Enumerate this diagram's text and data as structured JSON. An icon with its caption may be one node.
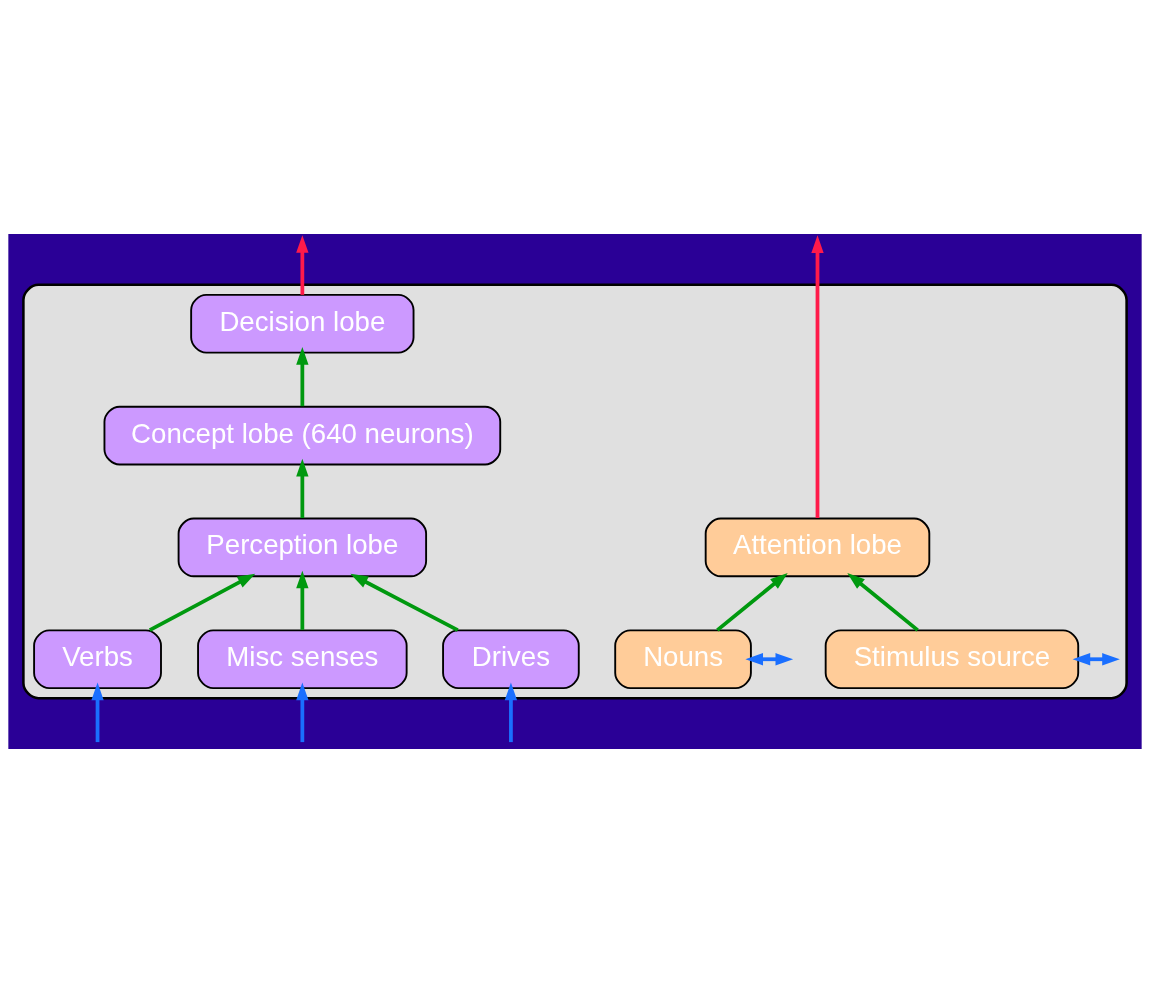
{
  "diagram": {
    "nodes": [
      {
        "text": [],
        "shape": "box"
      },
      {
        "text": [
          "Decision lobe"
        ],
        "in": 0
      },
      {
        "text": [
          "Attention lobe"
        ],
        "in": 0
      },
      {
        "text": [
          "Concept lobe (640 neurons)"
        ],
        "in": 0
      },
      {
        "text": [
          "Stimulus source"
        ],
        "in": 0
      },
      {
        "text": [
          "Nouns"
        ],
        "in": 0
      },
      {
        "text": [
          "Perception lobe"
        ],
        "in": 0
      },
      {
        "text": [
          "Verbs"
        ],
        "in": 0
      },
      {
        "text": [
          "Misc senses"
        ],
        "in": 0
      },
      {
        "text": [
          "Drives"
        ],
        "in": 0
      }
    ],
    "edges": [
      {
        "from": 1,
        "to": null,
        "arrow": "to",
        "color": "#ff1a4a"
      },
      {
        "from": 2,
        "to": null,
        "arrow": "to",
        "color": "#ff1a4a"
      },
      {
        "from": 3,
        "to": 1,
        "arrow": "to"
      },
      {
        "from": 4,
        "to": 2,
        "arrow": "to"
      },
      {
        "from": 5,
        "to": 2,
        "arrow": "to"
      },
      {
        "from": 6,
        "to": 3,
        "arrow": "to"
      },
      {
        "from": 4,
        "to": null,
        "arrow": "both",
        "color": "#1a6fff"
      },
      {
        "from": 5,
        "to": null,
        "arrow": "both",
        "color": "#1a6fff"
      },
      {
        "from": 7,
        "to": 6,
        "arrow": "to"
      },
      {
        "from": 8,
        "to": 6,
        "arrow": "to"
      },
      {
        "from": 9,
        "to": 6,
        "arrow": "to"
      },
      {
        "from": null,
        "to": 7,
        "arrow": "to",
        "color": "#1a6fff"
      },
      {
        "from": null,
        "to": 8,
        "arrow": "to",
        "color": "#1a6fff"
      },
      {
        "from": null,
        "to": 9,
        "arrow": "to",
        "color": "#1a6fff"
      }
    ]
  }
}
